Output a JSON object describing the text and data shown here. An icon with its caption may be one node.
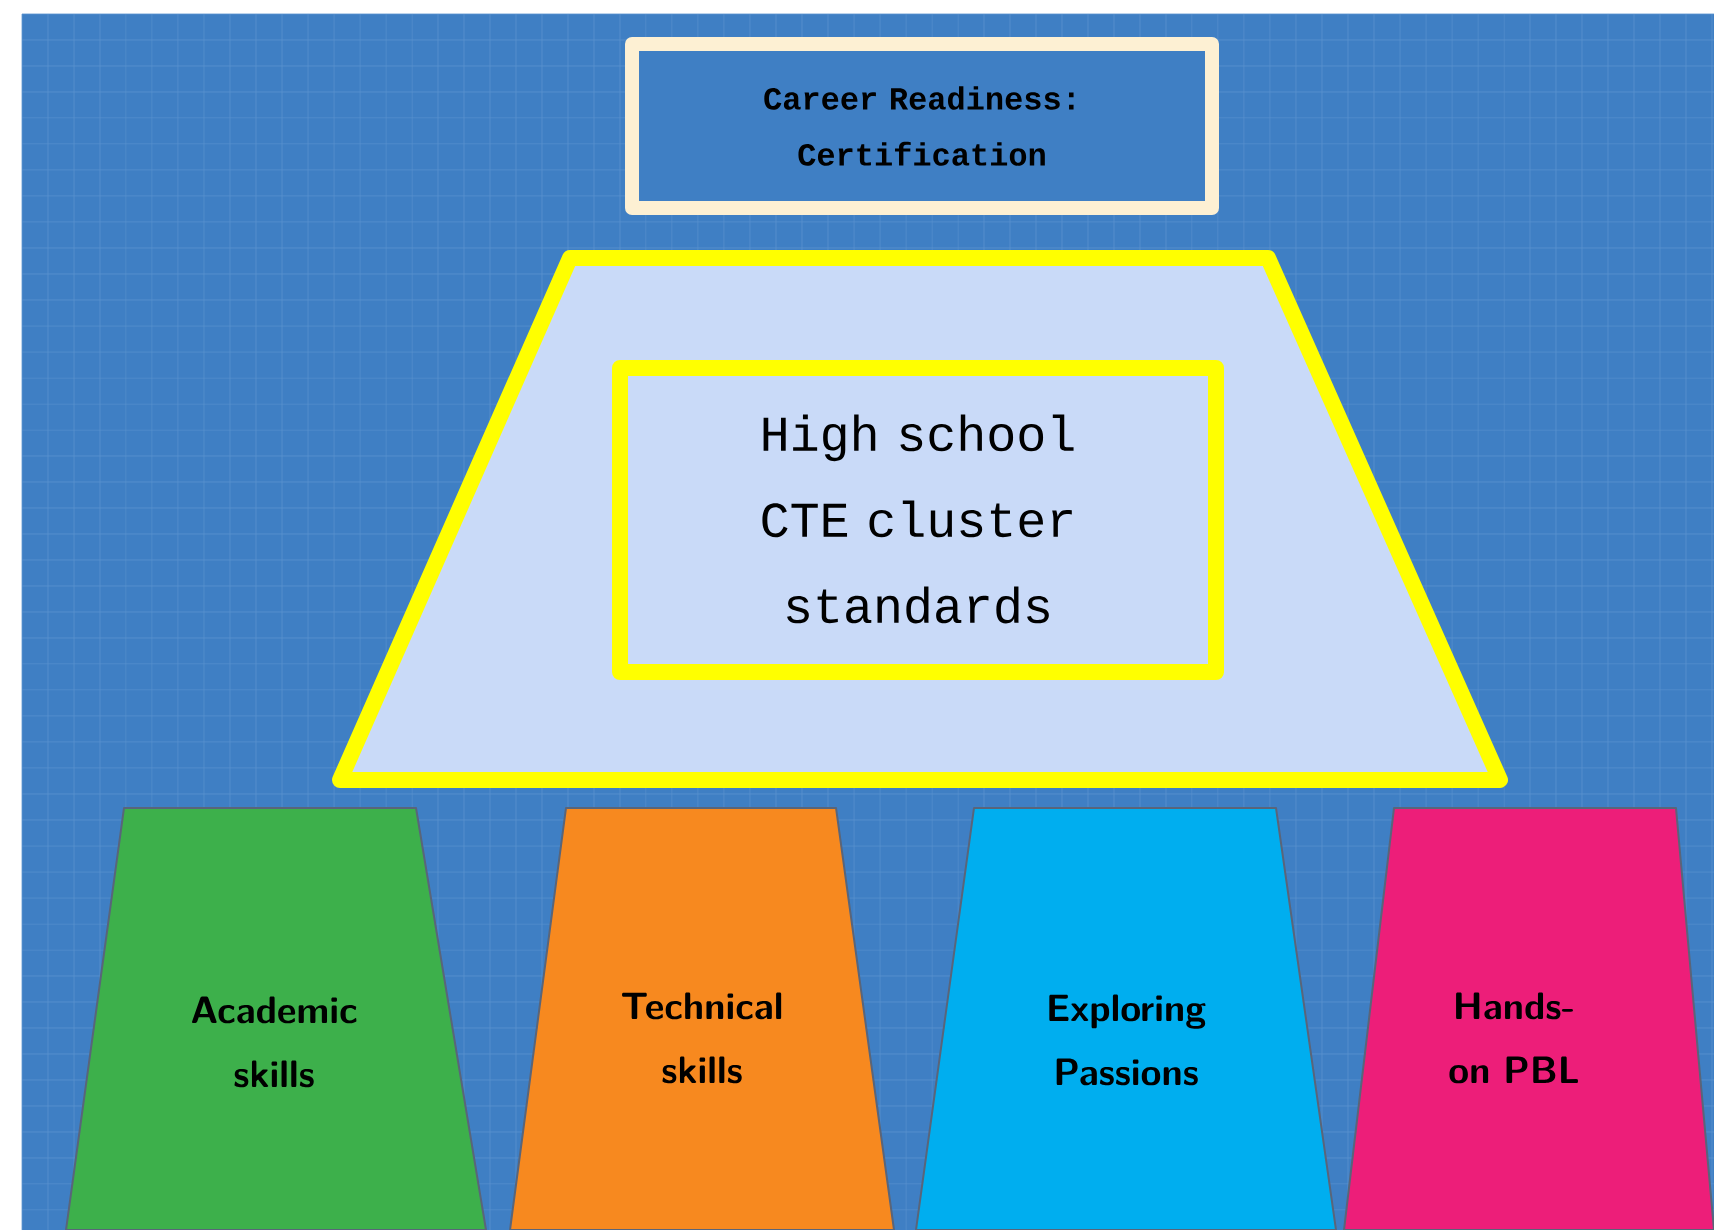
{
  "diagram": {
    "nodes": [
      {
        "text": [
          "Career Readiness: Certification"
        ]
      },
      {
        "text": [],
        "shape": "trapezoid"
      },
      {
        "text": [
          "High school CTE cluster standards"
        ],
        "in": 1
      },
      {
        "text": [
          "Academic skills"
        ]
      },
      {
        "text": [
          "Technical skills"
        ]
      },
      {
        "text": [
          "Exploring Passions"
        ]
      },
      {
        "text": [
          "Hands-on PBL"
        ]
      }
    ]
  }
}
